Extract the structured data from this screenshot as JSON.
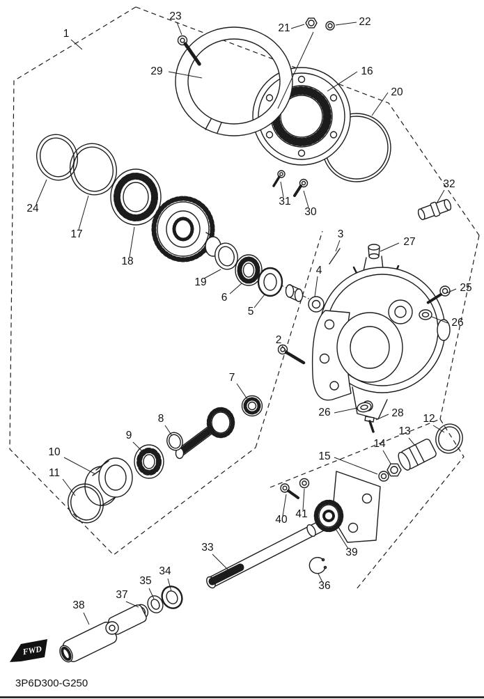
{
  "diagram": {
    "footer_code": "3P6D300-G250",
    "fwd_label": "FWD",
    "callouts": [
      "1",
      "23",
      "21",
      "22",
      "29",
      "16",
      "20",
      "24",
      "17",
      "18",
      "19",
      "6",
      "5",
      "31",
      "30",
      "32",
      "3",
      "27",
      "4",
      "25",
      "26",
      "2",
      "7",
      "26",
      "28",
      "12",
      "13",
      "8",
      "9",
      "10",
      "11",
      "14",
      "15",
      "40",
      "41",
      "39",
      "33",
      "36",
      "34",
      "35",
      "37",
      "38"
    ]
  }
}
